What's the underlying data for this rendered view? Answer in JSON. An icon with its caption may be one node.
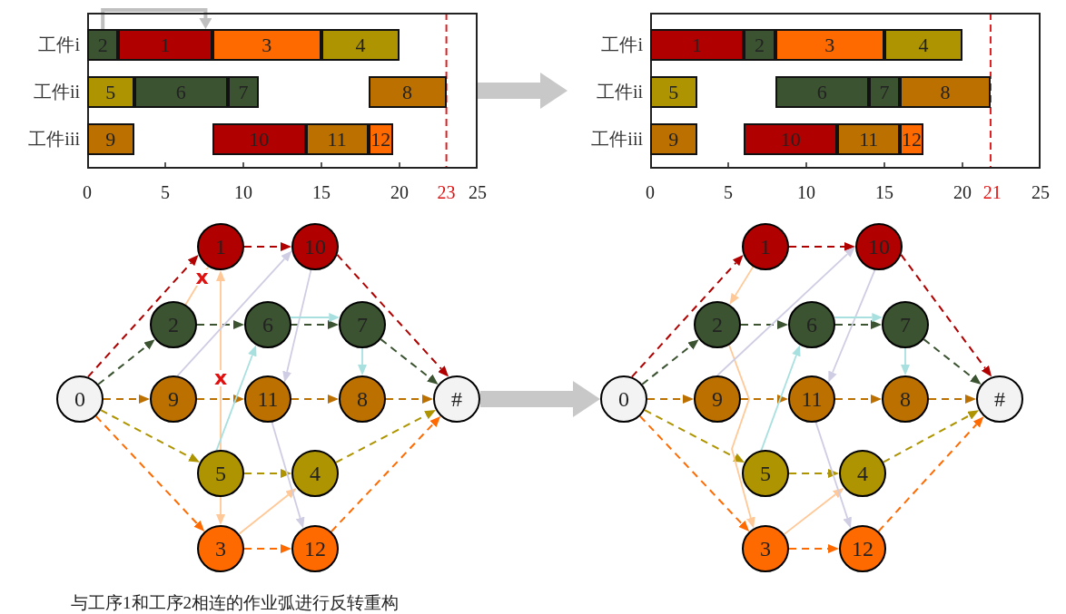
{
  "diagram": {
    "caption": "与工序1和工序2相连的作业弧进行反转重构",
    "nodes": [
      {
        "text": [
          "工件i",
          "工件ii",
          "工件iii"
        ]
      },
      {
        "text": [
          "2"
        ],
        "in": 0
      },
      {
        "text": [
          "1"
        ],
        "in": 0
      },
      {
        "text": [
          "3"
        ],
        "in": 0
      },
      {
        "text": [
          "4"
        ],
        "in": 0
      },
      {
        "text": [
          "5"
        ],
        "in": 0
      },
      {
        "text": [
          "6"
        ],
        "in": 0
      },
      {
        "text": [
          "7"
        ],
        "in": 0
      },
      {
        "text": [
          "8"
        ],
        "in": 0
      },
      {
        "text": [
          "9"
        ],
        "in": 0
      },
      {
        "text": [
          "10"
        ],
        "in": 0
      },
      {
        "text": [
          "11"
        ],
        "in": 0
      },
      {
        "text": [
          "12"
        ],
        "in": 0
      },
      {
        "text": [
          "工件i",
          "工件ii",
          "工件iii"
        ]
      },
      {
        "text": [
          "1"
        ],
        "in": 13
      },
      {
        "text": [
          "2"
        ],
        "in": 13
      },
      {
        "text": [
          "3"
        ],
        "in": 13
      },
      {
        "text": [
          "4"
        ],
        "in": 13
      },
      {
        "text": [
          "5"
        ],
        "in": 13
      },
      {
        "text": [
          "6"
        ],
        "in": 13
      },
      {
        "text": [
          "7"
        ],
        "in": 13
      },
      {
        "text": [
          "8"
        ],
        "in": 13
      },
      {
        "text": [
          "9"
        ],
        "in": 13
      },
      {
        "text": [
          "10"
        ],
        "in": 13
      },
      {
        "text": [
          "11"
        ],
        "in": 13
      },
      {
        "text": [
          "12"
        ],
        "in": 13
      },
      {
        "text": [
          "1"
        ]
      },
      {
        "text": [
          "10"
        ]
      },
      {
        "text": [
          "2"
        ]
      },
      {
        "text": [
          "6"
        ]
      },
      {
        "text": [
          "7"
        ]
      },
      {
        "text": [
          "0"
        ]
      },
      {
        "text": [
          "9"
        ]
      },
      {
        "text": [
          "11"
        ]
      },
      {
        "text": [
          "8"
        ]
      },
      {
        "text": [
          "#"
        ]
      },
      {
        "text": [
          "5"
        ]
      },
      {
        "text": [
          "4"
        ]
      },
      {
        "text": [
          "3"
        ]
      },
      {
        "text": [
          "12"
        ]
      },
      {
        "text": [
          "1"
        ]
      },
      {
        "text": [
          "10"
        ]
      },
      {
        "text": [
          "2"
        ]
      },
      {
        "text": [
          "6"
        ]
      },
      {
        "text": [
          "7"
        ]
      },
      {
        "text": [
          "0"
        ]
      },
      {
        "text": [
          "9"
        ]
      },
      {
        "text": [
          "11"
        ]
      },
      {
        "text": [
          "8"
        ]
      },
      {
        "text": [
          "#"
        ]
      },
      {
        "text": [
          "5"
        ]
      },
      {
        "text": [
          "4"
        ]
      },
      {
        "text": [
          "3"
        ]
      },
      {
        "text": [
          "12"
        ]
      }
    ],
    "edges": [
      {
        "from": 0,
        "to": 13,
        "arrow": "to",
        "style": "thick",
        "color": "#c8c8c8"
      },
      {
        "from": 1,
        "to": 2,
        "arrow": "to",
        "style": "thick",
        "color": "#bfbfbf"
      },
      {
        "from": 31,
        "to": 26,
        "arrow": "to",
        "style": "dashed",
        "color": "#b00000"
      },
      {
        "from": 26,
        "to": 27,
        "arrow": "to",
        "style": "dashed",
        "color": "#b00000"
      },
      {
        "from": 27,
        "to": 35,
        "arrow": "to",
        "style": "dashed",
        "color": "#b00000"
      },
      {
        "from": 31,
        "to": 28,
        "arrow": "to",
        "style": "dashed",
        "color": "#3b5331"
      },
      {
        "from": 28,
        "to": 29,
        "arrow": "to",
        "style": "dashed",
        "color": "#3b5331"
      },
      {
        "from": 29,
        "to": 30,
        "arrow": "to",
        "style": "dashed",
        "color": "#3b5331"
      },
      {
        "from": 30,
        "to": 35,
        "arrow": "to",
        "style": "dashed",
        "color": "#3b5331"
      },
      {
        "from": 31,
        "to": 32,
        "arrow": "to",
        "style": "dashed",
        "color": "#bb7000"
      },
      {
        "from": 32,
        "to": 33,
        "arrow": "to",
        "style": "dashed",
        "color": "#bb7000"
      },
      {
        "from": 33,
        "to": 34,
        "arrow": "to",
        "style": "dashed",
        "color": "#bb7000"
      },
      {
        "from": 34,
        "to": 35,
        "arrow": "to",
        "style": "dashed",
        "color": "#bb7000"
      },
      {
        "from": 31,
        "to": 36,
        "arrow": "to",
        "style": "dashed",
        "color": "#ad9400"
      },
      {
        "from": 36,
        "to": 37,
        "arrow": "to",
        "style": "dashed",
        "color": "#ad9400"
      },
      {
        "from": 37,
        "to": 35,
        "arrow": "to",
        "style": "dashed",
        "color": "#ad9400"
      },
      {
        "from": 31,
        "to": 38,
        "arrow": "to",
        "style": "dashed",
        "color": "#ff6a00"
      },
      {
        "from": 38,
        "to": 39,
        "arrow": "to",
        "style": "dashed",
        "color": "#ff6a00"
      },
      {
        "from": 39,
        "to": 35,
        "arrow": "to",
        "style": "dashed",
        "color": "#ff6a00"
      },
      {
        "from": 28,
        "to": 26,
        "arrow": "to",
        "color": "#ffc896",
        "label": "x"
      },
      {
        "from": 36,
        "to": 26,
        "arrow": "to",
        "color": "#ffc896",
        "label": "x"
      },
      {
        "from": 36,
        "to": 38,
        "arrow": "to",
        "color": "#ffc896"
      },
      {
        "from": 38,
        "to": 37,
        "arrow": "to",
        "color": "#ffc896"
      },
      {
        "from": 32,
        "to": 27,
        "arrow": "to",
        "color": "#cfcde4"
      },
      {
        "from": 27,
        "to": 33,
        "arrow": "to",
        "color": "#cfcde4"
      },
      {
        "from": 33,
        "to": 39,
        "arrow": "to",
        "color": "#cfcde4"
      },
      {
        "from": 36,
        "to": 29,
        "arrow": "to",
        "color": "#a8e0e0"
      },
      {
        "from": 29,
        "to": 30,
        "arrow": "to",
        "color": "#a8e0e0"
      },
      {
        "from": 30,
        "to": 34,
        "arrow": "to",
        "color": "#a8e0e0"
      },
      {
        "from": 35,
        "to": 45,
        "arrow": "to",
        "style": "thick",
        "color": "#c8c8c8"
      },
      {
        "from": 45,
        "to": 40,
        "arrow": "to",
        "style": "dashed",
        "color": "#b00000"
      },
      {
        "from": 40,
        "to": 41,
        "arrow": "to",
        "style": "dashed",
        "color": "#b00000"
      },
      {
        "from": 41,
        "to": 49,
        "arrow": "to",
        "style": "dashed",
        "color": "#b00000"
      },
      {
        "from": 45,
        "to": 42,
        "arrow": "to",
        "style": "dashed",
        "color": "#3b5331"
      },
      {
        "from": 42,
        "to": 43,
        "arrow": "to",
        "style": "dashed",
        "color": "#3b5331"
      },
      {
        "from": 43,
        "to": 44,
        "arrow": "to",
        "style": "dashed",
        "color": "#3b5331"
      },
      {
        "from": 44,
        "to": 49,
        "arrow": "to",
        "style": "dashed",
        "color": "#3b5331"
      },
      {
        "from": 45,
        "to": 46,
        "arrow": "to",
        "style": "dashed",
        "color": "#bb7000"
      },
      {
        "from": 46,
        "to": 47,
        "arrow": "to",
        "style": "dashed",
        "color": "#bb7000"
      },
      {
        "from": 47,
        "to": 48,
        "arrow": "to",
        "style": "dashed",
        "color": "#bb7000"
      },
      {
        "from": 48,
        "to": 49,
        "arrow": "to",
        "style": "dashed",
        "color": "#bb7000"
      },
      {
        "from": 45,
        "to": 50,
        "arrow": "to",
        "style": "dashed",
        "color": "#ad9400"
      },
      {
        "from": 50,
        "to": 51,
        "arrow": "to",
        "style": "dashed",
        "color": "#ad9400"
      },
      {
        "from": 51,
        "to": 49,
        "arrow": "to",
        "style": "dashed",
        "color": "#ad9400"
      },
      {
        "from": 45,
        "to": 52,
        "arrow": "to",
        "style": "dashed",
        "color": "#ff6a00"
      },
      {
        "from": 52,
        "to": 53,
        "arrow": "to",
        "style": "dashed",
        "color": "#ff6a00"
      },
      {
        "from": 53,
        "to": 49,
        "arrow": "to",
        "style": "dashed",
        "color": "#ff6a00"
      },
      {
        "from": 40,
        "to": 42,
        "arrow": "to",
        "color": "#ffc896"
      },
      {
        "from": 42,
        "to": 52,
        "arrow": "to",
        "color": "#ffc896"
      },
      {
        "from": 52,
        "to": 51,
        "arrow": "to",
        "color": "#ffc896"
      },
      {
        "from": 46,
        "to": 41,
        "arrow": "to",
        "color": "#cfcde4"
      },
      {
        "from": 41,
        "to": 47,
        "arrow": "to",
        "color": "#cfcde4"
      },
      {
        "from": 47,
        "to": 53,
        "arrow": "to",
        "color": "#cfcde4"
      },
      {
        "from": 50,
        "to": 43,
        "arrow": "to",
        "color": "#a8e0e0"
      },
      {
        "from": 43,
        "to": 44,
        "arrow": "to",
        "color": "#a8e0e0"
      },
      {
        "from": 44,
        "to": 48,
        "arrow": "to",
        "color": "#a8e0e0"
      }
    ],
    "labels": [
      "0",
      "5",
      "10",
      "15",
      "20",
      "23",
      "25",
      "0",
      "5",
      "10",
      "15",
      "20",
      "21",
      "25"
    ]
  }
}
